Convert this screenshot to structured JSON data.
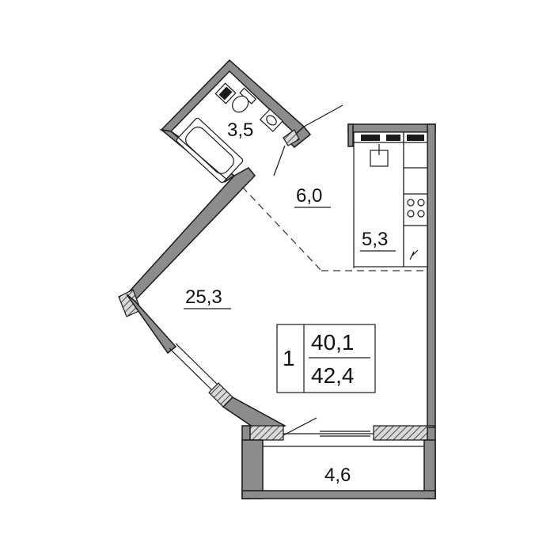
{
  "rooms": {
    "bathroom": "3,5",
    "hallway": "6,0",
    "kitchen": "5,3",
    "living": "25,3",
    "balcony": "4,6"
  },
  "summary": {
    "room_count": "1",
    "living_area": "40,1",
    "total_area": "42,4"
  },
  "colors": {
    "wall": "#8c8c8c",
    "line": "#1a1a1a"
  }
}
